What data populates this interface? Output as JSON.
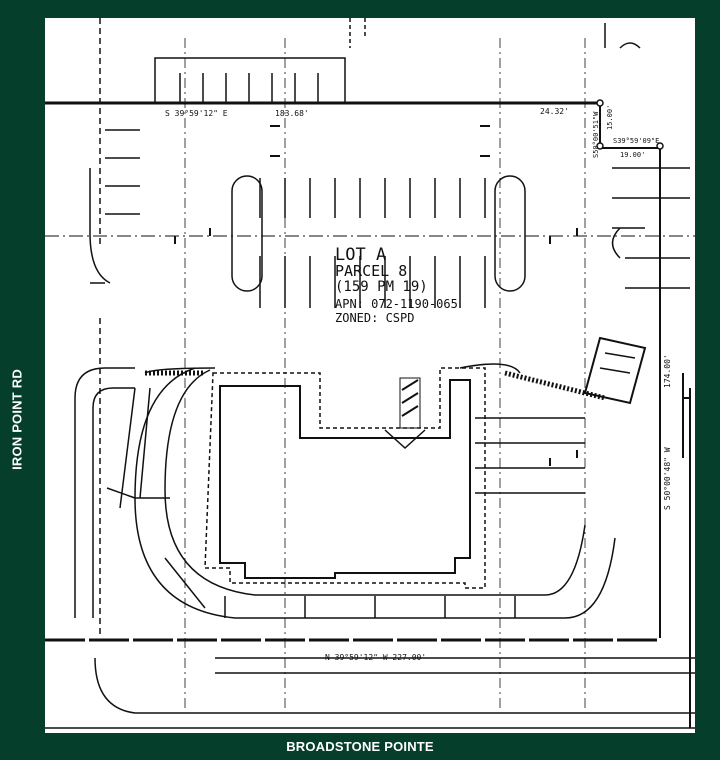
{
  "streets": {
    "left": "IRON POINT RD",
    "bottom": "BROADSTONE POINTE"
  },
  "lot": {
    "line1": "LOT A",
    "line2": "PARCEL 8",
    "line3": "(159 PM 19)",
    "apn": "APN: 072-1190-065",
    "zoned": "ZONED: CSPD"
  },
  "bearings": {
    "top": "S 39°59'12\" E",
    "top_distance": "183.68'",
    "top_right_distance": "24.32'",
    "right_upper": "S50°00'51\"W",
    "right_upper_distance": "15.00'",
    "right_step": "S39°59'09\"E",
    "right_step_distance": "19.00'",
    "right_side_distance": "174.00'",
    "right_side": "S 50°00'48\" W",
    "bottom": "N 39°59'12\" W  227.00'"
  },
  "colors": {
    "frame": "#063e2c",
    "paper": "#ffffff",
    "ink": "#111111"
  }
}
